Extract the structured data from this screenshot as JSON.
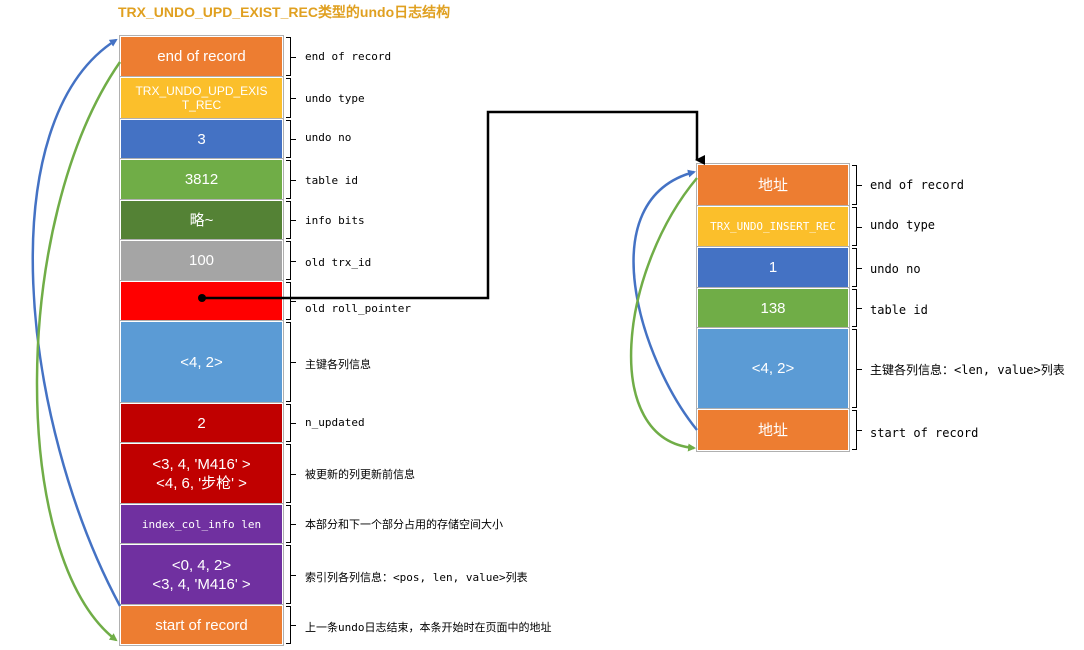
{
  "title": "TRX_UNDO_UPD_EXIST_REC类型的undo日志结构",
  "left": {
    "blocks": [
      {
        "text": "end of record",
        "color": "#ed7d31",
        "label": "end of record"
      },
      {
        "text": "TRX_UNDO_UPD_EXIS\nT_REC",
        "color": "#fbbf2b",
        "label": "undo type"
      },
      {
        "text": "3",
        "color": "#4472c4",
        "label": "undo no"
      },
      {
        "text": "3812",
        "color": "#70ad47",
        "label": "table id"
      },
      {
        "text": "略~",
        "color": "#548235",
        "label": "info bits"
      },
      {
        "text": "100",
        "color": "#a5a5a5",
        "label": "old trx_id"
      },
      {
        "text": "",
        "color": "#ff0000",
        "label": "old roll_pointer"
      },
      {
        "text": "<4, 2>",
        "color": "#5b9bd5",
        "label": "主键各列信息"
      },
      {
        "text": "2",
        "color": "#c00000",
        "label": "n_updated"
      },
      {
        "text": "<3, 4, 'M416' >\n<4, 6, '步枪' >",
        "color": "#c00000",
        "label": "被更新的列更新前信息"
      },
      {
        "text": "index_col_info len",
        "color": "#7030a0",
        "label": "本部分和下一个部分占用的存储空间大小"
      },
      {
        "text": "<0, 4, 2>\n<3, 4, 'M416' >",
        "color": "#7030a0",
        "label": "索引列各列信息：<pos, len, value>列表"
      },
      {
        "text": "start of record",
        "color": "#ed7d31",
        "label": "上一条undo日志结束，本条开始时在页面中的地址"
      }
    ]
  },
  "right": {
    "blocks": [
      {
        "text": "地址",
        "color": "#ed7d31",
        "label": "end of record"
      },
      {
        "text": "TRX_UNDO_INSERT_REC",
        "color": "#fbbf2b",
        "label": "undo type"
      },
      {
        "text": "1",
        "color": "#4472c4",
        "label": "undo no"
      },
      {
        "text": "138",
        "color": "#70ad47",
        "label": "table id"
      },
      {
        "text": "<4, 2>",
        "color": "#5b9bd5",
        "label": "主键各列信息：<len, value>列表"
      },
      {
        "text": "地址",
        "color": "#ed7d31",
        "label": "start of record"
      }
    ]
  }
}
